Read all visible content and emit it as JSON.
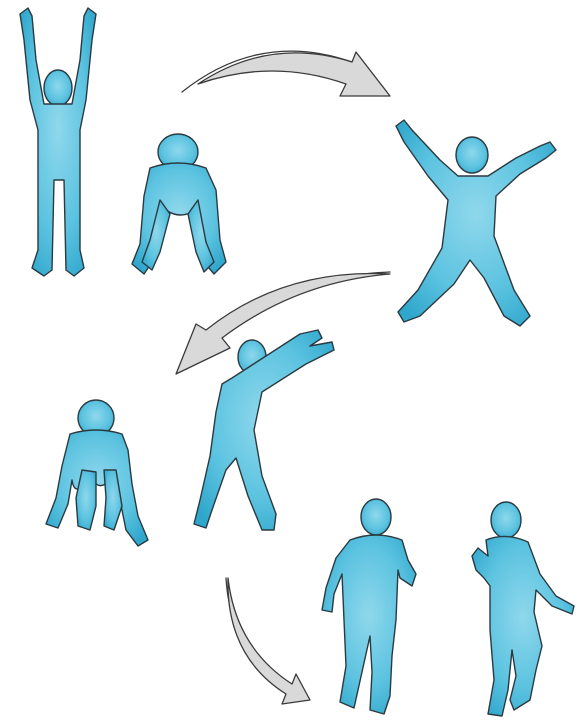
{
  "illustration": {
    "subject": "exercise-sequence",
    "figure_color": "#5cc3e0",
    "figure_shade": "#2fa6cc",
    "outline_color": "#2b3a40",
    "arrow_fill": "#d9d9d9",
    "figures": [
      {
        "pose": "arms-raised-standing"
      },
      {
        "pose": "squat-hands-on-floor"
      },
      {
        "pose": "star-jump"
      },
      {
        "pose": "side-stretch"
      },
      {
        "pose": "crouch"
      },
      {
        "pose": "walking"
      },
      {
        "pose": "walking"
      }
    ],
    "arrows": [
      {
        "direction": "right"
      },
      {
        "direction": "left"
      },
      {
        "direction": "down-right"
      }
    ]
  }
}
